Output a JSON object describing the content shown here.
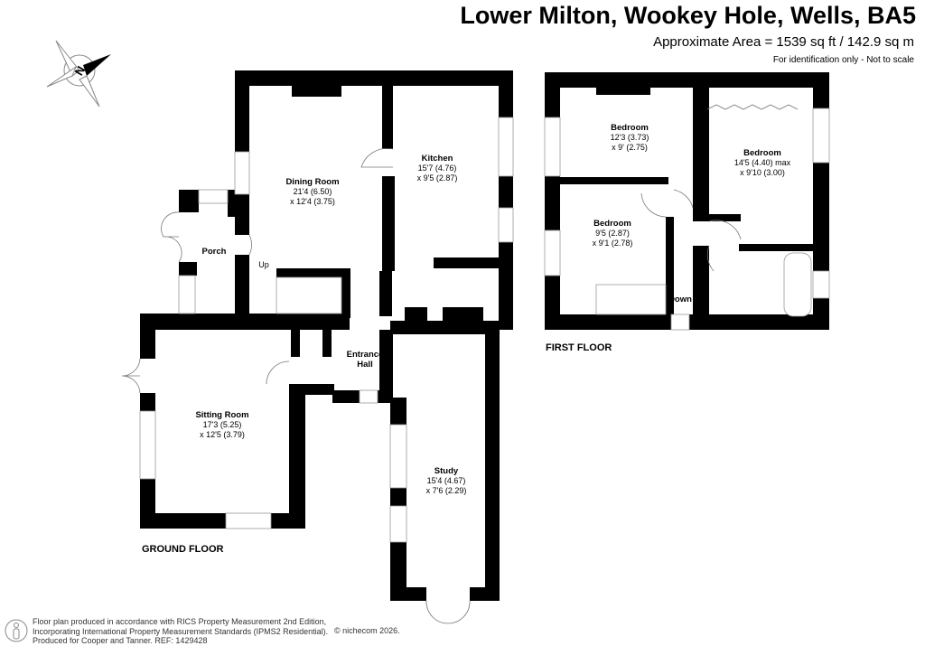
{
  "header": {
    "title": "Lower Milton, Wookey Hole, Wells, BA5",
    "area": "Approximate Area = 1539 sq ft / 142.9 sq m",
    "disclaimer": "For identification only - Not to scale"
  },
  "compass": {
    "label": "N",
    "icon": "north-arrow-icon"
  },
  "ground_floor": {
    "label": "GROUND FLOOR",
    "rooms": {
      "dining": {
        "name": "Dining Room",
        "dim1": "21'4 (6.50)",
        "dim2": "x 12'4 (3.75)"
      },
      "kitchen": {
        "name": "Kitchen",
        "dim1": "15'7 (4.76)",
        "dim2": "x 9'5 (2.87)"
      },
      "porch": {
        "name": "Porch"
      },
      "hall": {
        "name1": "Entrance",
        "name2": "Hall"
      },
      "sitting": {
        "name": "Sitting Room",
        "dim1": "17'3 (5.25)",
        "dim2": "x 12'5 (3.79)"
      },
      "study": {
        "name": "Study",
        "dim1": "15'4 (4.67)",
        "dim2": "x 7'6 (2.29)"
      }
    },
    "stairs_label": "Up"
  },
  "first_floor": {
    "label": "FIRST FLOOR",
    "rooms": {
      "bed1": {
        "name": "Bedroom",
        "dim1": "12'3 (3.73)",
        "dim2": "x 9' (2.75)"
      },
      "bed2": {
        "name": "Bedroom",
        "dim1": "14'5 (4.40) max",
        "dim2": "x 9'10 (3.00)"
      },
      "bed3": {
        "name": "Bedroom",
        "dim1": "9'5 (2.87)",
        "dim2": "x 9'1 (2.78)"
      }
    },
    "stairs_label": "Down"
  },
  "footer": {
    "line1": "Floor plan produced in accordance with RICS Property Measurement 2nd Edition,",
    "line2": "Incorporating International Property Measurement Standards (IPMS2 Residential).",
    "line3": "Produced for Cooper and Tanner.   REF:  1429428",
    "copyright": "© nichecom 2026."
  }
}
